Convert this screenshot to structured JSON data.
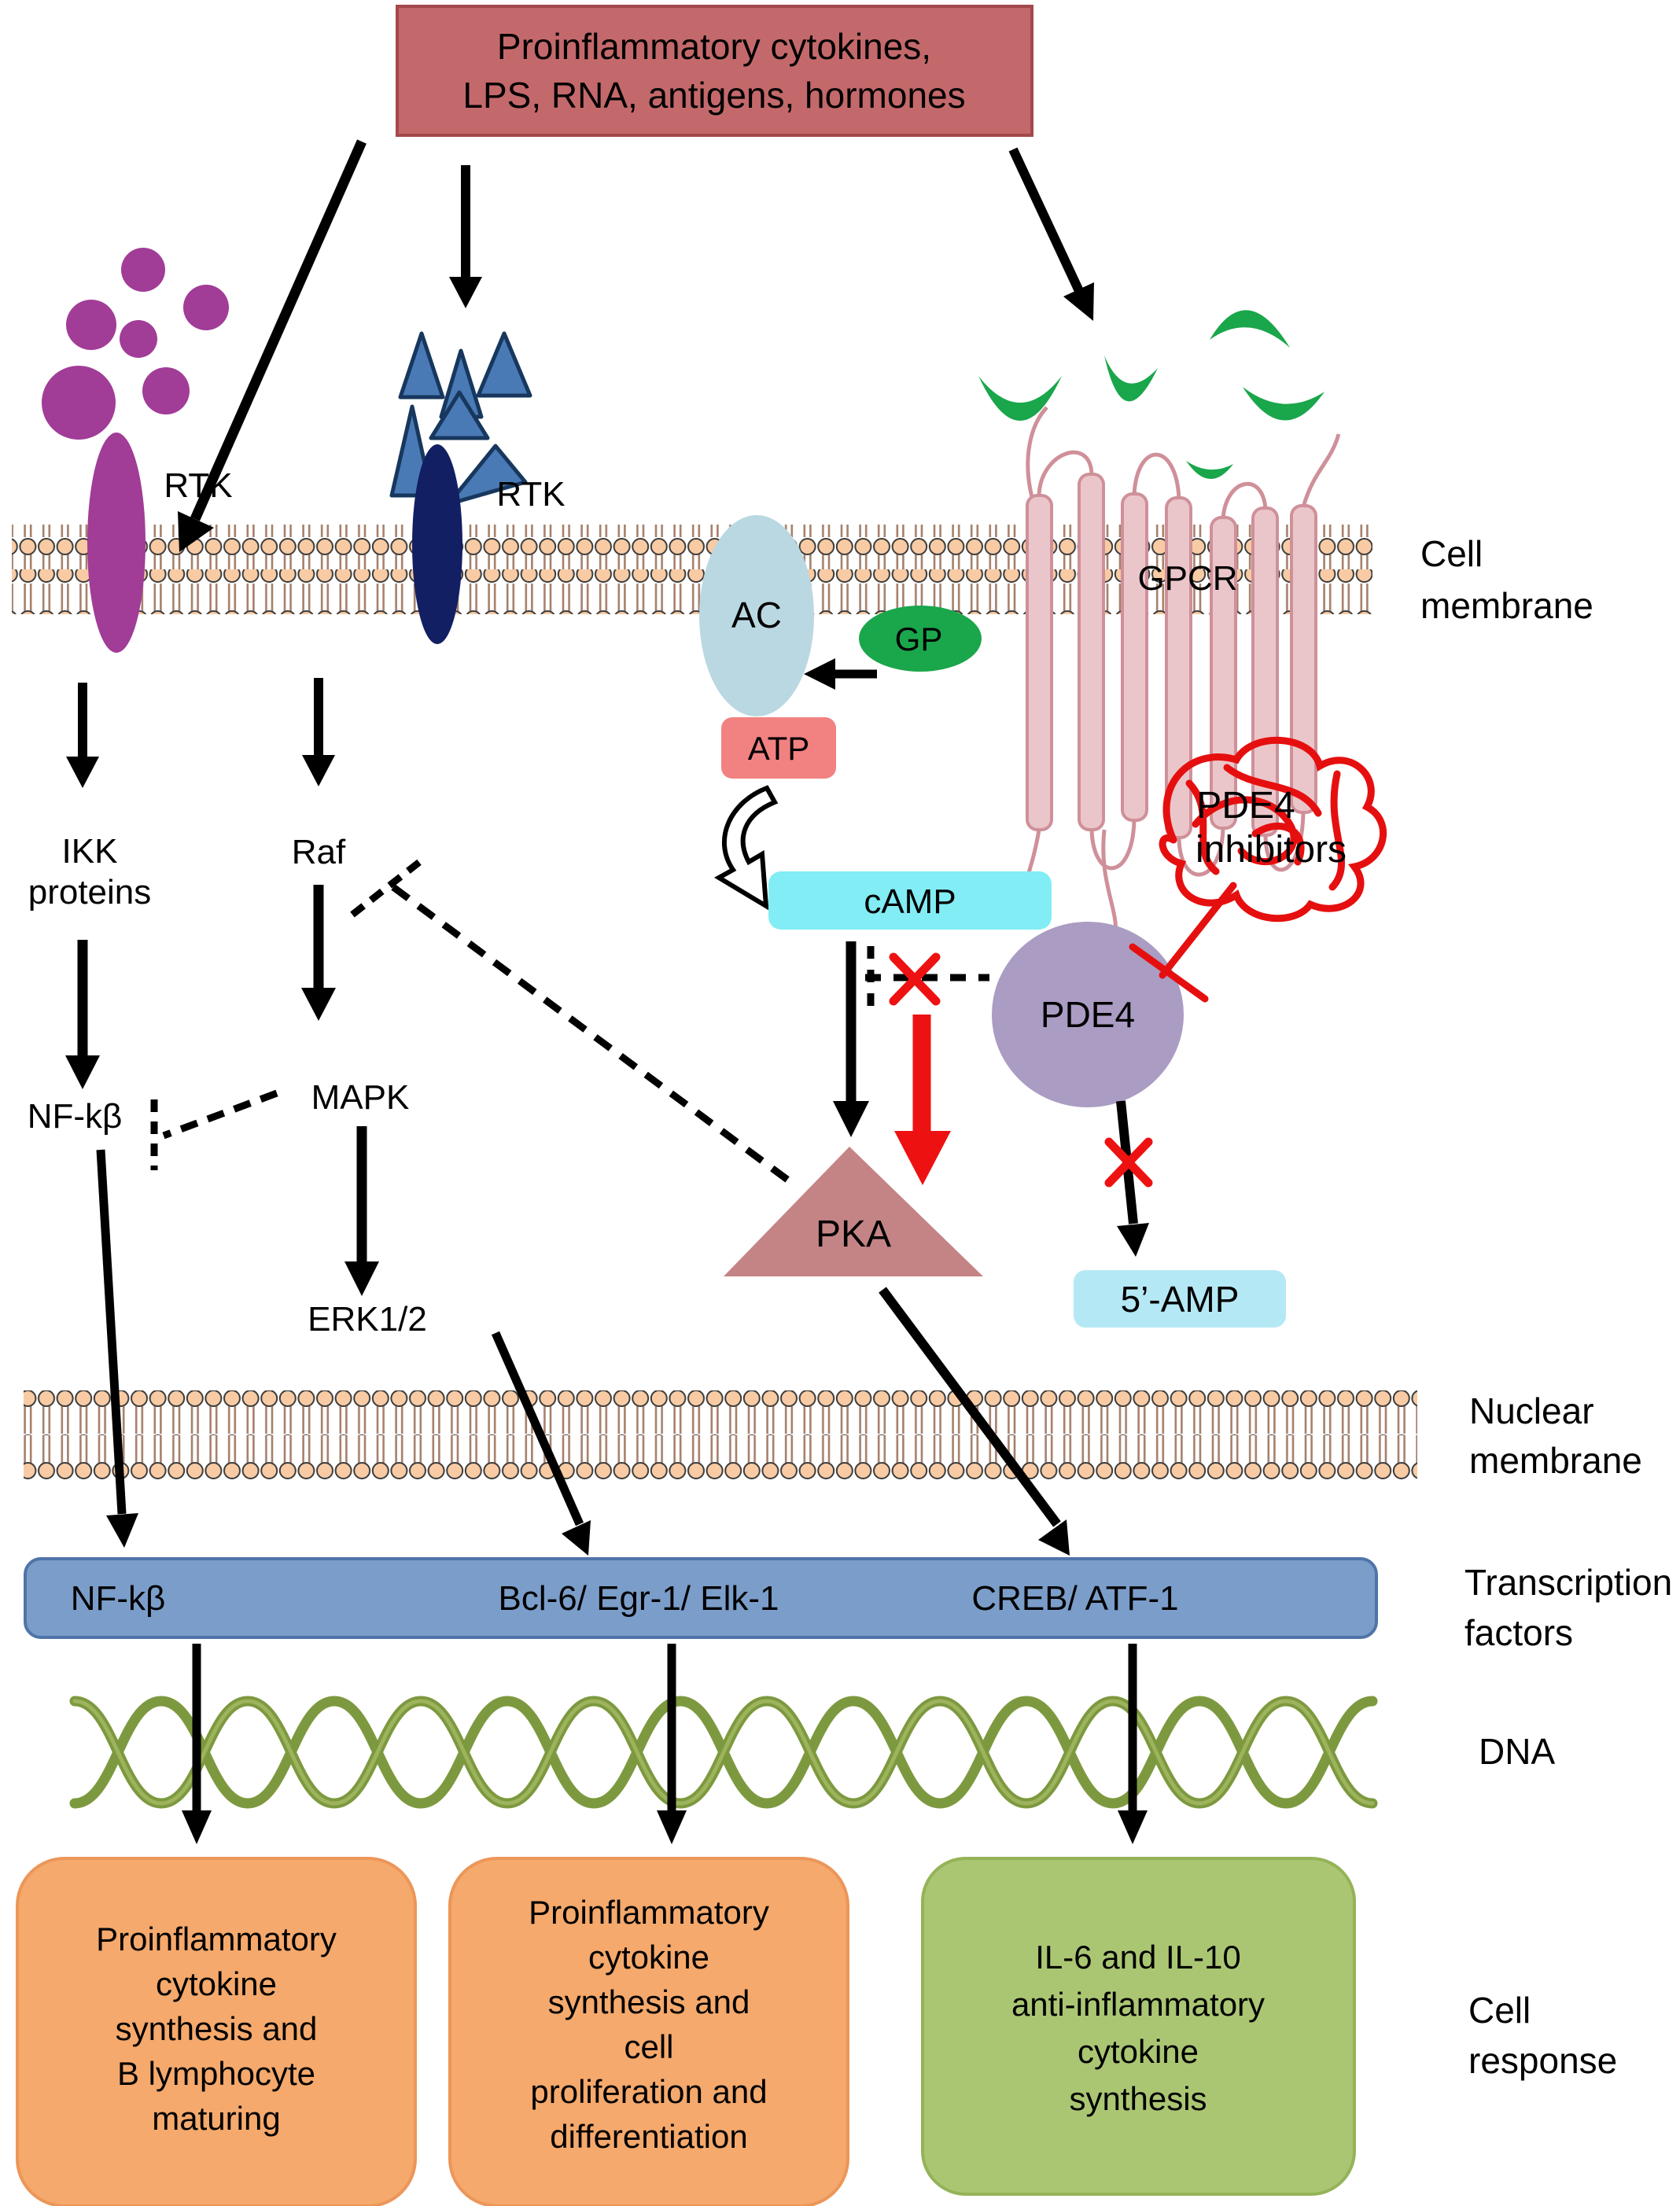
{
  "colors": {
    "stimulus_fill": "#c4696b",
    "stimulus_border": "#a4494b",
    "purple": "#a13c97",
    "navy": "#131f63",
    "triangle_fill": "#4a7ab5",
    "triangle_border": "#17375e",
    "green": "#1aa64b",
    "helix_fill": "#eac6ca",
    "helix_border": "#cf9099",
    "ac_fill": "#bad8e2",
    "atp_fill": "#f28181",
    "camp_fill": "#82edf4",
    "pde4_fill": "#ab9cc3",
    "pka_fill": "#c48485",
    "amp5_fill": "#b5e8f5",
    "red": "#ee1111",
    "scribble_red": "#e60f0f",
    "tf_bar_fill": "#7b9dc9",
    "tf_bar_border": "#4f74a8",
    "dna_color": "#7d993f",
    "dna_highlight": "#9db35c",
    "box_orange_fill": "#f5a96c",
    "box_orange_border": "#ec9659",
    "box_green_fill": "#abc673",
    "box_green_border": "#94b358",
    "black": "#000000"
  },
  "stimulus": {
    "line1": "Proinflammatory cytokines,",
    "line2": "LPS, RNA, antigens, hormones"
  },
  "receptors": {
    "rtk_left": "RTK",
    "rtk_middle": "RTK",
    "gpcr": "GPCR"
  },
  "labels": {
    "cell_membrane_1": "Cell",
    "cell_membrane_2": "membrane",
    "nuclear_membrane_1": "Nuclear",
    "nuclear_membrane_2": "membrane",
    "transcription_1": "Transcription",
    "transcription_2": "factors",
    "dna": "DNA",
    "cell_response_1": "Cell",
    "cell_response_2": "response"
  },
  "pathway": {
    "ac": "AC",
    "gp": "GP",
    "atp": "ATP",
    "camp": "cAMP",
    "pde4": "PDE4",
    "pde4_inh_1": "PDE4",
    "pde4_inh_2": "inhibitors",
    "ikk_1": "IKK",
    "ikk_2": "proteins",
    "raf": "Raf",
    "mapk": "MAPK",
    "erk": "ERK1/2",
    "nfkb": "NF-kβ",
    "pka": "PKA",
    "amp5": "5’-AMP"
  },
  "tf_bar": {
    "nfkb": "NF-kβ",
    "bcl6": "Bcl-6/ Egr-1/ Elk-1",
    "creb": "CREB/ ATF-1"
  },
  "responses": {
    "box1": [
      "Proinflammatory",
      "cytokine",
      "synthesis and",
      "B lymphocyte",
      "maturing"
    ],
    "box2": [
      "Proinflammatory",
      "cytokine",
      "synthesis and",
      "cell",
      "proliferation and",
      "differentiation"
    ],
    "box3": [
      "IL-6 and IL-10",
      "anti-inflammatory",
      "cytokine",
      "synthesis"
    ]
  }
}
